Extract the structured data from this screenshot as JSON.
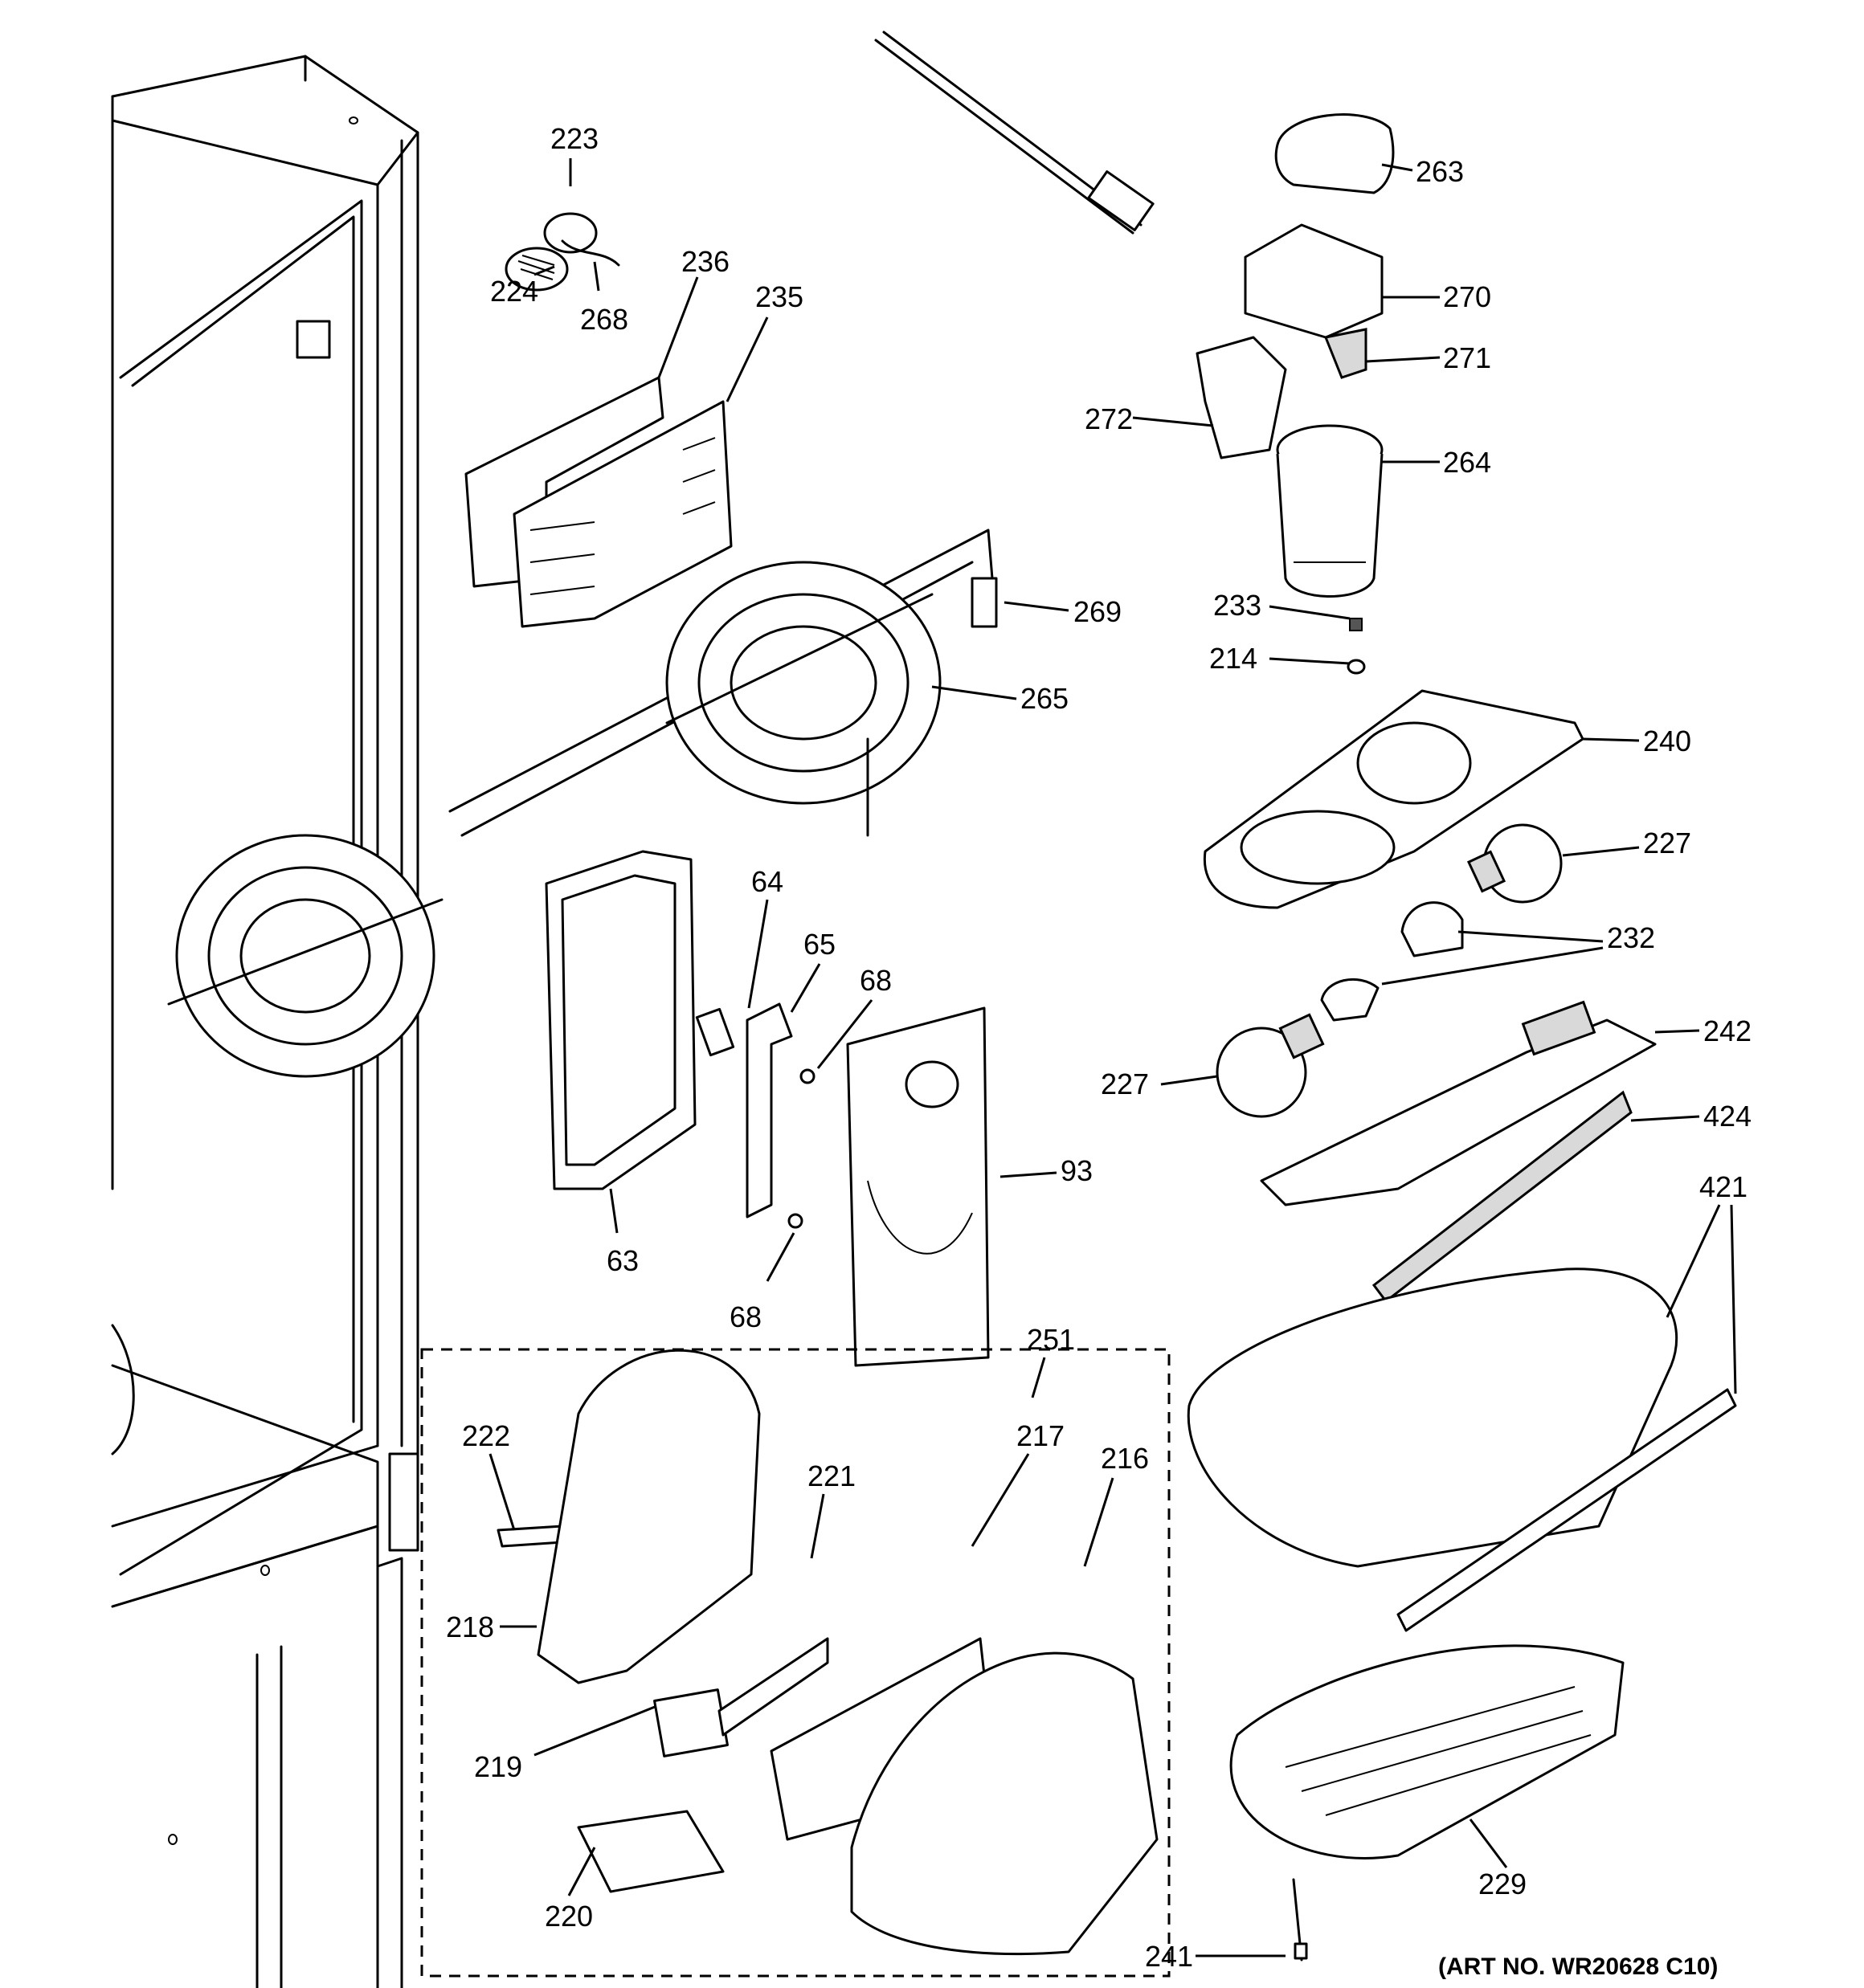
{
  "labels": {
    "p223": "223",
    "p224": "224",
    "p268": "268",
    "p236": "236",
    "p235": "235",
    "p263": "263",
    "p270": "270",
    "p271": "271",
    "p272": "272",
    "p264": "264",
    "p269": "269",
    "p265": "265",
    "p233": "233",
    "p214": "214",
    "p240": "240",
    "p227a": "227",
    "p232": "232",
    "p64": "64",
    "p65": "65",
    "p68a": "68",
    "p227b": "227",
    "p242": "242",
    "p93": "93",
    "p424": "424",
    "p421": "421",
    "p63": "63",
    "p68b": "68",
    "p251": "251",
    "p222": "222",
    "p221": "221",
    "p217": "217",
    "p216": "216",
    "p218": "218",
    "p219": "219",
    "p229": "229",
    "p220": "220",
    "p241": "241"
  },
  "art_number": "(ART NO. WR20628 C10)"
}
